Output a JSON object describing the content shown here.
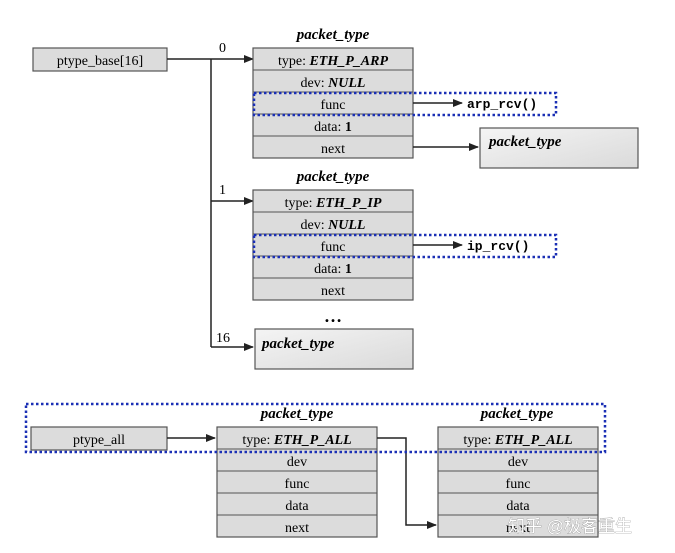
{
  "colors": {
    "box_fill": "#dcdcdc",
    "box_stroke": "#555555",
    "line": "#222222",
    "highlight": "#1a2fb5",
    "watermark": "#ffffff"
  },
  "ptype_base": {
    "label": "ptype_base[16]",
    "index_0": "0",
    "index_1": "1",
    "index_16": "16",
    "arp_struct": {
      "title": "packet_type",
      "type_prefix": "type: ",
      "type_value": "ETH_P_ARP",
      "dev_prefix": "dev: ",
      "dev_value": "NULL",
      "func": "func",
      "data_prefix": "data: ",
      "data_value": "1",
      "next": "next",
      "handler": "arp_rcv()"
    },
    "arp_next_struct": {
      "title": "packet_type"
    },
    "ip_struct": {
      "title": "packet_type",
      "type_prefix": "type: ",
      "type_value": "ETH_P_IP",
      "dev_prefix": "dev: ",
      "dev_value": "NULL",
      "func": "func",
      "data_prefix": "data: ",
      "data_value": "1",
      "next": "next",
      "handler": "ip_rcv()"
    },
    "ellipsis": "…",
    "slot16_struct": {
      "title": "packet_type"
    }
  },
  "ptype_all": {
    "label": "ptype_all",
    "first_struct": {
      "title": "packet_type",
      "type_prefix": "type: ",
      "type_value": "ETH_P_ALL",
      "dev": "dev",
      "func": "func",
      "data": "data",
      "next": "next"
    },
    "second_struct": {
      "title": "packet_type",
      "type_prefix": "type: ",
      "type_value": "ETH_P_ALL",
      "dev": "dev",
      "func": "func",
      "data": "data",
      "next": "next"
    }
  },
  "watermark": "知乎 @极客重生"
}
